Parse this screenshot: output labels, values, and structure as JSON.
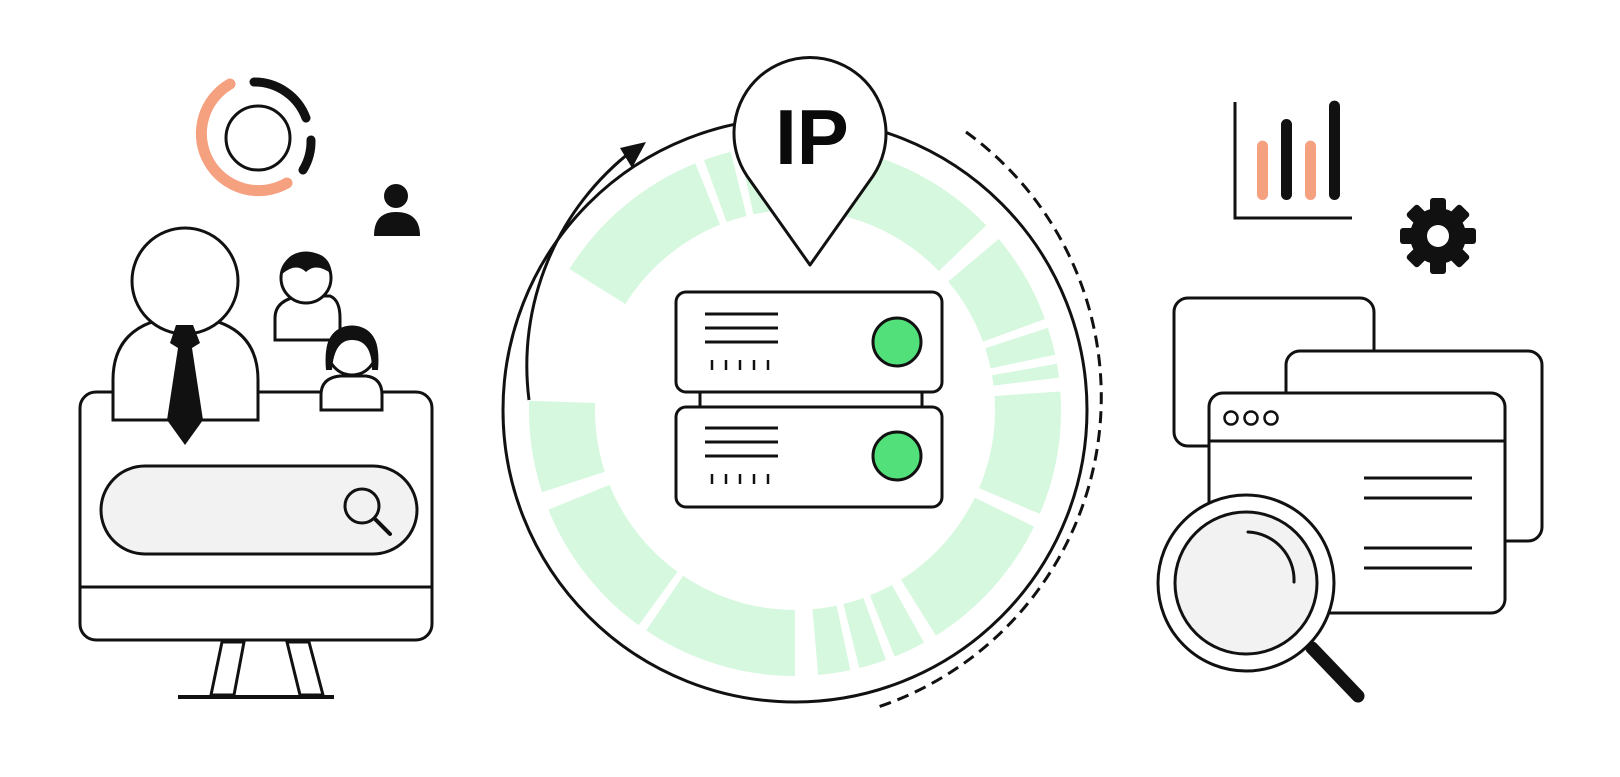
{
  "pin": {
    "label": "IP"
  },
  "colors": {
    "stroke": "#111111",
    "accent": "#f5a07f",
    "segment_fill": "#d6f8de",
    "status_green": "#52e07a",
    "surface_grey": "#f2f2f2",
    "white": "#ffffff"
  },
  "icons": {
    "pie_ring": "ring-progress-icon",
    "user_small": "user-icon",
    "manager": "manager-tie-icon",
    "team_a": "person-icon",
    "team_b": "person-woman-icon",
    "monitor": "monitor-icon",
    "search": "search-icon",
    "server": "server-rack-icon",
    "location_pin": "location-pin-icon",
    "bar_chart": "bar-chart-icon",
    "gear": "gear-icon",
    "browser_windows": "browser-windows-icon",
    "magnifier": "magnifying-glass-icon"
  },
  "bar_chart": {
    "bars": [
      {
        "value": 0.55,
        "color": "accent"
      },
      {
        "value": 0.75,
        "color": "stroke"
      },
      {
        "value": 0.55,
        "color": "accent"
      },
      {
        "value": 0.92,
        "color": "stroke"
      }
    ]
  }
}
